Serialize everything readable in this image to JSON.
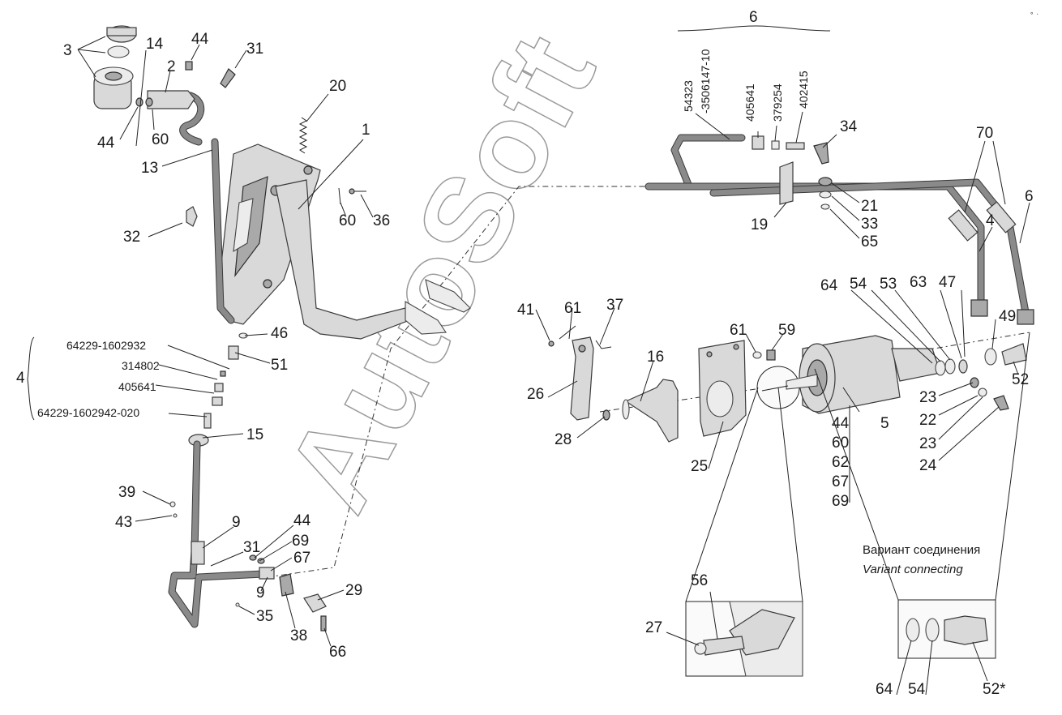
{
  "labels": {
    "l3": "3",
    "l14": "14",
    "l44a": "44",
    "l31a": "31",
    "l2": "2",
    "l44b": "44",
    "l60a": "60",
    "l13": "13",
    "l20": "20",
    "l1": "1",
    "l60b": "60",
    "l36": "36",
    "l32": "32",
    "l46": "46",
    "l51": "51",
    "l15": "15",
    "l39": "39",
    "l43": "43",
    "l9a": "9",
    "l44c": "44",
    "l31b": "31",
    "l69a": "69",
    "l67a": "67",
    "l9b": "9",
    "l29": "29",
    "l35": "35",
    "l38": "38",
    "l66": "66",
    "l6top": "6",
    "l34": "34",
    "l21": "21",
    "l19": "19",
    "l33": "33",
    "l65": "65",
    "l70": "70",
    "l4": "4",
    "l6r": "6",
    "l64": "64",
    "l54": "54",
    "l53": "53",
    "l63": "63",
    "l47": "47",
    "l49": "49",
    "l52": "52",
    "l41": "41",
    "l61a": "61",
    "l37": "37",
    "l16": "16",
    "l26": "26",
    "l28": "28",
    "l61b": "61",
    "l59": "59",
    "l25": "25",
    "l23a": "23",
    "l22": "22",
    "l23b": "23",
    "l24": "24",
    "l44d": "44",
    "l5": "5",
    "l60c": "60",
    "l62": "62",
    "l67b": "67",
    "l69b": "69",
    "l56": "56",
    "l27": "27",
    "l64b": "64",
    "l54b": "54",
    "l52b": "52*",
    "l4brace": "4"
  },
  "part_numbers": {
    "p1": "64229-1602932",
    "p2": "314802",
    "p3": "405641",
    "p4": "64229-1602942-020",
    "t1": "54323",
    "t2": "-3506147-10",
    "t3": "405641",
    "t4": "379254",
    "t5": "402415"
  },
  "variant": {
    "title_ru": "Вариант соединения",
    "title_en": "Variant connecting"
  },
  "watermark": "AutoSoft",
  "corner_mark": "° ."
}
